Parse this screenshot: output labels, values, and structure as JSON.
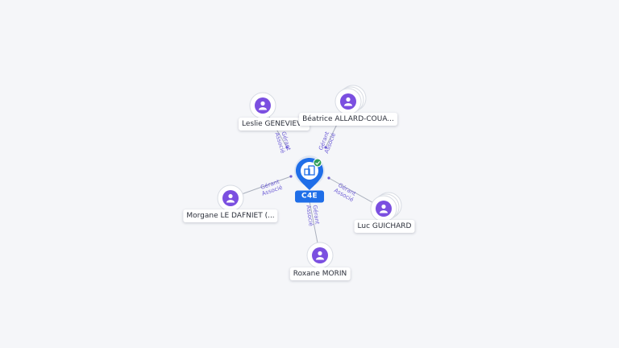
{
  "company": {
    "name": "C4E",
    "icon": "building-icon",
    "status_icon": "check-icon",
    "status_color": "#2e9e58"
  },
  "people": [
    {
      "id": "leslie",
      "name": "Leslie GENEVIEVE",
      "role1": "Gérant",
      "role2": "Associé",
      "stacked": false
    },
    {
      "id": "beatrice",
      "name": "Béatrice ALLARD-COUA...",
      "role1": "Gérant",
      "role2": "Associé",
      "stacked": true
    },
    {
      "id": "morgane",
      "name": "Morgane LE DAFNIET (...",
      "role1": "Gérant",
      "role2": "Associé",
      "stacked": false
    },
    {
      "id": "luc",
      "name": "Luc GUICHARD",
      "role1": "Gérant",
      "role2": "Associé",
      "stacked": true
    },
    {
      "id": "roxane",
      "name": "Roxane MORIN",
      "role1": "Gérant",
      "role2": "Associé",
      "stacked": false
    }
  ],
  "colors": {
    "accent": "#1f6ee8",
    "avatar": "#7b4fe0",
    "edge_label": "#6f5fd6",
    "edge": "#aab0bd"
  }
}
